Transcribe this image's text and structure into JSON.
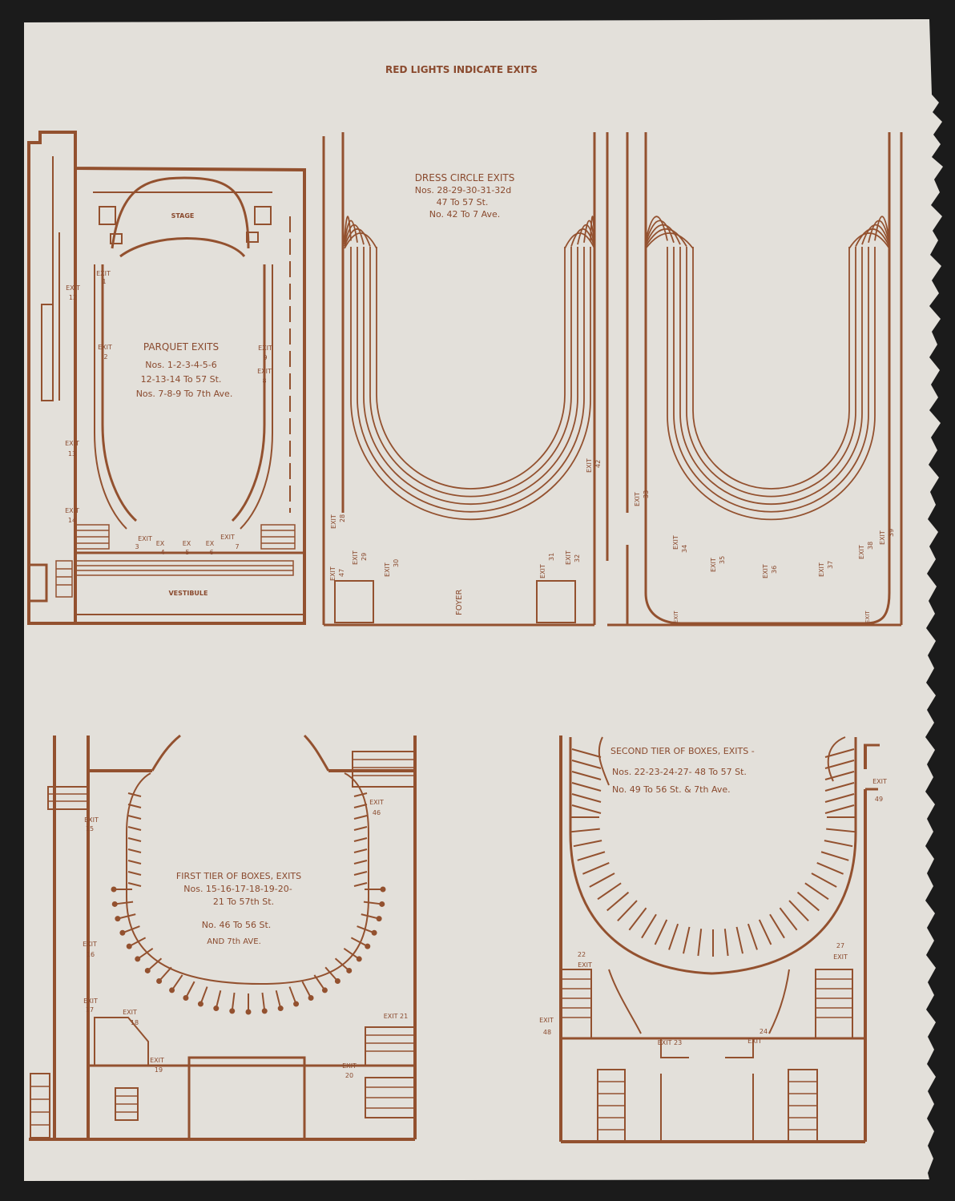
{
  "header": "RED LIGHTS INDICATE EXITS",
  "colors": {
    "paper": "#e3e0da",
    "ink": "#93512f",
    "background": "#1b1b1b"
  },
  "parquet": {
    "stage": "STAGE",
    "vestibule": "VESTIBULE",
    "title": "PARQUET EXITS",
    "line1": "Nos. 1-2-3-4-5-6",
    "line2": "12-13-14 To 57 St.",
    "line3": "Nos. 7-8-9 To 7th Ave.",
    "exits": {
      "exit_word": "EXIT",
      "ex_word": "EX",
      "e1": "1",
      "e2": "2",
      "e3": "3",
      "e4": "4",
      "e5": "5",
      "e6": "6",
      "e7": "7",
      "e8": "8",
      "e9": "9",
      "e12": "12",
      "e13": "13",
      "e14": "14"
    }
  },
  "dress_circle": {
    "title": "DRESS CIRCLE EXITS",
    "line1": "Nos. 28-29-30-31-32d",
    "line2": "47 To 57 St.",
    "line3": "No. 42 To 7 Ave.",
    "foyer": "FOYER",
    "exits": {
      "exit_word": "EXIT",
      "e28": "28",
      "e29": "29",
      "e30": "30",
      "e31": "31",
      "e32": "32",
      "e33": "33",
      "e34": "34",
      "e35": "35",
      "e36": "36",
      "e37": "37",
      "e38": "38",
      "e39": "39",
      "e42": "42",
      "e47": "47"
    }
  },
  "first_tier": {
    "title": "FIRST TIER OF BOXES, EXITS",
    "line1": "Nos. 15-16-17-18-19-20-",
    "line2": "21 To 57th St.",
    "line3": "No. 46 To 56 St.",
    "line4": "AND 7th AVE.",
    "exits": {
      "exit_word": "EXIT",
      "e15": "15",
      "e16": "16",
      "e17": "17",
      "e18": "18",
      "e19": "19",
      "e20": "20",
      "e21": "EXIT 21",
      "e46": "46"
    }
  },
  "second_tier": {
    "title": "SECOND TIER OF BOXES, EXITS -",
    "line1": "Nos. 22-23-24-27- 48 To 57 St.",
    "line2": "No. 49 To 56 St. & 7th Ave.",
    "exits": {
      "exit_word": "EXIT",
      "e22": "22",
      "e23": "EXIT 23",
      "e24": "24",
      "e27": "27",
      "e48": "48",
      "e49": "49"
    }
  }
}
